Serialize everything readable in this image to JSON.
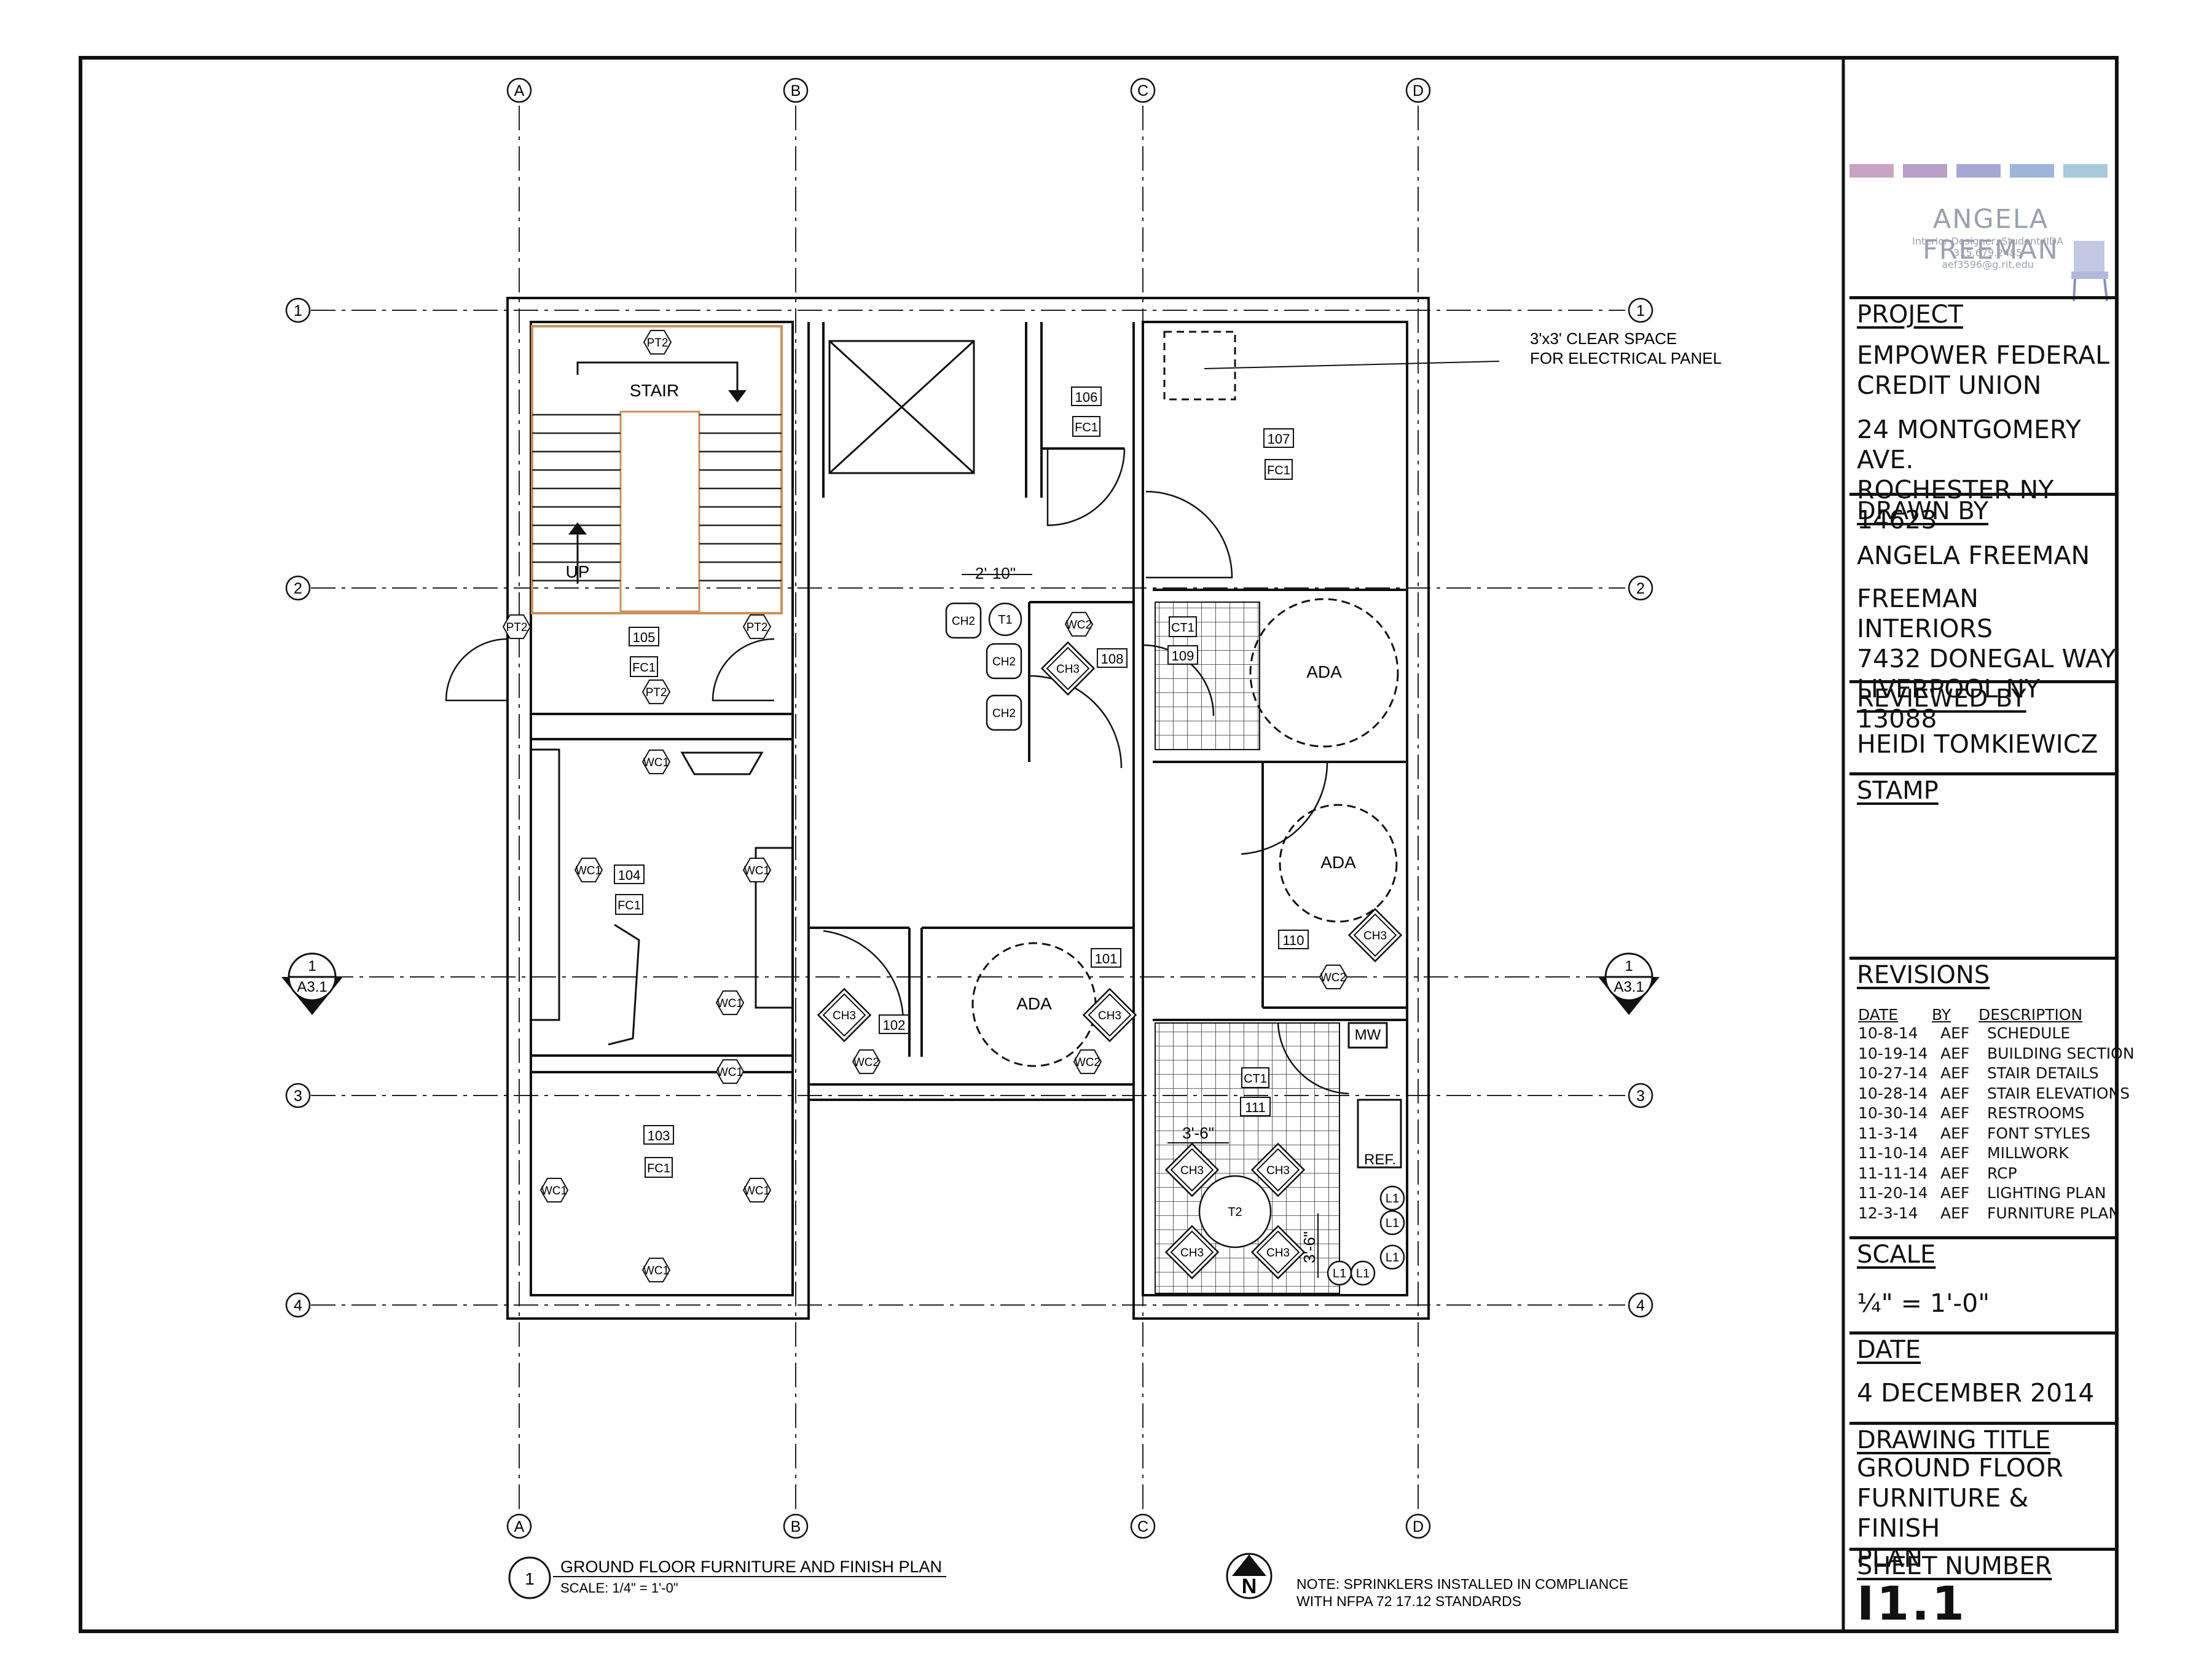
{
  "grid_columns": [
    "A",
    "B",
    "C",
    "D"
  ],
  "grid_rows": [
    "1",
    "2",
    "3",
    "4"
  ],
  "section_marker": {
    "number": "1",
    "sheet": "A3.1"
  },
  "rooms": [
    {
      "num": "103",
      "finish": "FC1"
    },
    {
      "num": "104",
      "finish": "FC1"
    },
    {
      "num": "105",
      "finish": "FC1"
    },
    {
      "num": "106",
      "finish": "FC1"
    },
    {
      "num": "107",
      "finish": "FC1"
    },
    {
      "num": "108",
      "finish": ""
    },
    {
      "num": "109",
      "finish": "CT1"
    },
    {
      "num": "110",
      "finish": ""
    },
    {
      "num": "111",
      "finish": "CT1"
    },
    {
      "num": "101",
      "finish": ""
    },
    {
      "num": "102",
      "finish": ""
    }
  ],
  "labels": {
    "stair": "STAIR",
    "up": "UP",
    "ada": "ADA",
    "mw": "MW",
    "ref": "REF.",
    "clear_space_1": "3'x3' CLEAR SPACE",
    "clear_space_2": "FOR ELECTRICAL PANEL",
    "dim_1": "2'-10\"",
    "dim_2": "3'-6\"",
    "dim_3": "3'-6\"",
    "pt2": "PT2",
    "wc1": "WC1",
    "wc2": "WC2",
    "ch2": "CH2",
    "ch3": "CH3",
    "t1": "T1",
    "t2": "T2",
    "l1": "L1"
  },
  "drawing_label": {
    "number": "1",
    "title": "GROUND FLOOR FURNITURE AND FINISH PLAN",
    "scale": "SCALE: 1/4\" = 1'-0\""
  },
  "north": "N",
  "note": {
    "line1": "NOTE:  SPRINKLERS INSTALLED IN COMPLIANCE",
    "line2": "WITH NFPA 72 17.12 STANDARDS"
  },
  "logo": {
    "name": "ANGELA FREEMAN",
    "sub1": "Interior Designer, Student IIDA",
    "sub2": "315.679.2485",
    "sub3": "aef3596@g.rit.edu",
    "colors": [
      "#c8a3c3",
      "#b79fc8",
      "#a6a8d3",
      "#9fb4d9",
      "#a9c9dc"
    ]
  },
  "title_block": {
    "project_label": "PROJECT",
    "project_name": "EMPOWER FEDERAL\nCREDIT UNION",
    "project_address": "24 MONTGOMERY AVE.\nROCHESTER NY 14623",
    "drawn_by_label": "DRAWN BY",
    "drawn_by_name": "ANGELA FREEMAN",
    "drawn_by_firm": "FREEMAN INTERIORS\n7432 DONEGAL WAY\nLIVERPOOL NY 13088",
    "reviewed_by_label": "REVIEWED BY",
    "reviewed_by_name": "HEIDI TOMKIEWICZ",
    "stamp_label": "STAMP",
    "revisions_label": "REVISIONS",
    "revision_headers": {
      "date": "DATE",
      "by": "BY",
      "desc": "DESCRIPTION"
    },
    "revisions": [
      {
        "date": "10-8-14",
        "by": "AEF",
        "desc": "SCHEDULE"
      },
      {
        "date": "10-19-14",
        "by": "AEF",
        "desc": "BUILDING SECTION"
      },
      {
        "date": "10-27-14",
        "by": "AEF",
        "desc": "STAIR DETAILS"
      },
      {
        "date": "10-28-14",
        "by": "AEF",
        "desc": "STAIR ELEVATIONS"
      },
      {
        "date": "10-30-14",
        "by": "AEF",
        "desc": "RESTROOMS"
      },
      {
        "date": "11-3-14",
        "by": "AEF",
        "desc": "FONT STYLES"
      },
      {
        "date": "11-10-14",
        "by": "AEF",
        "desc": "MILLWORK"
      },
      {
        "date": "11-11-14",
        "by": "AEF",
        "desc": "RCP"
      },
      {
        "date": "11-20-14",
        "by": "AEF",
        "desc": "LIGHTING PLAN"
      },
      {
        "date": "12-3-14",
        "by": "AEF",
        "desc": "FURNITURE PLAN"
      }
    ],
    "scale_label": "SCALE",
    "scale_value": "¼\" = 1'-0\"",
    "date_label": "DATE",
    "date_value": "4 DECEMBER 2014",
    "drawing_title_label": "DRAWING TITLE",
    "drawing_title_value": "GROUND FLOOR\nFURNITURE & FINISH\nPLAN",
    "sheet_number_label": "SHEET NUMBER",
    "sheet_number_value": "I1.1"
  }
}
